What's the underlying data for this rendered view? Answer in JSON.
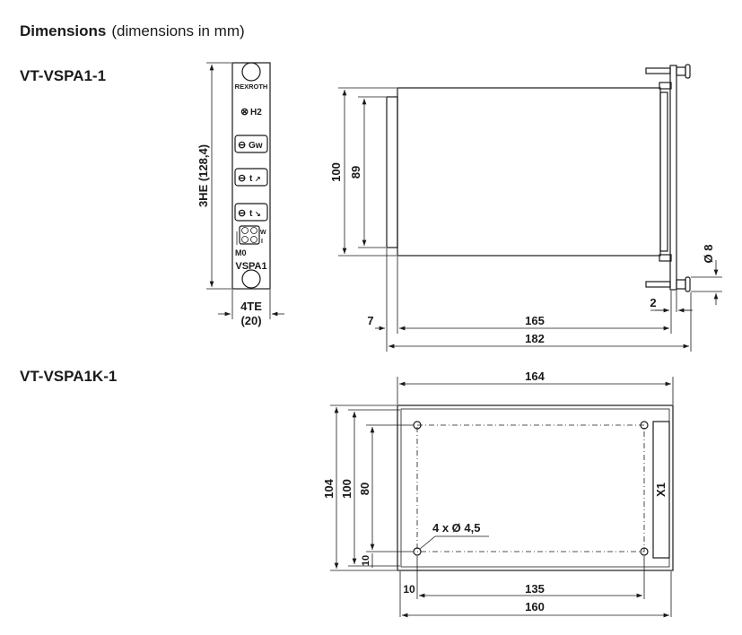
{
  "heading": {
    "title": "Dimensions",
    "subtitle": "(dimensions in mm)"
  },
  "variant1": {
    "label": "VT-VSPA1-1",
    "front_panel": {
      "brand": "REXROTH",
      "led": "H2",
      "pot1": "Gw",
      "pot2": "t",
      "pot3": "t",
      "socket_w": "W",
      "socket_i": "I",
      "ground": "M0",
      "model": "VSPA1"
    },
    "dims": {
      "height": "3HE (128,4)",
      "width_te": "4TE",
      "width_mm": "(20)",
      "h100": "100",
      "h89": "89",
      "d7": "7",
      "d165": "165",
      "d182": "182",
      "d2": "2",
      "dia8": "Ø 8"
    }
  },
  "variant2": {
    "label": "VT-VSPA1K-1",
    "dims": {
      "w164": "164",
      "h104": "104",
      "h100": "100",
      "h80": "80",
      "h10": "10",
      "w10": "10",
      "w135": "135",
      "w160": "160",
      "holes": "4 x Ø 4,5",
      "connector": "X1"
    }
  }
}
